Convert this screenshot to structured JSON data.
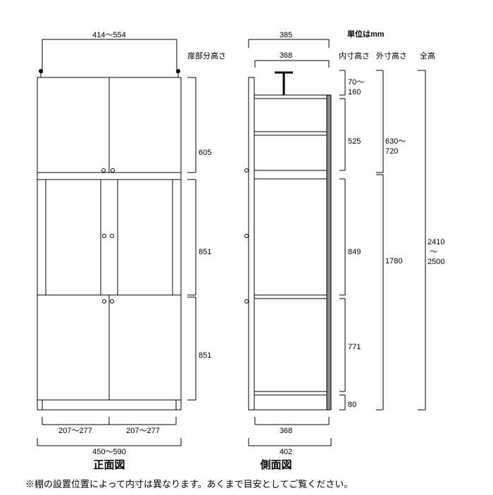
{
  "unit_label": "単位はmm",
  "headers": {
    "door_height": "扉部分高さ",
    "inner_height": "内寸高さ",
    "outer_height": "外寸高さ",
    "total_height": "全高"
  },
  "front": {
    "title": "正面図",
    "inner_width_top": "414〜554",
    "door_half_left": "207〜277",
    "door_half_right": "207〜277",
    "outer_width": "450〜590",
    "door_heights": [
      "605",
      "851",
      "851"
    ]
  },
  "side": {
    "title": "側面図",
    "depth_top": "385",
    "inner_depth_top": "368",
    "inner_depth_bottom": "368",
    "outer_depth": "402",
    "inner_heights": {
      "top_gap": "70〜\n160",
      "upper": "525",
      "middle": "849",
      "lower": "771",
      "base": "80"
    },
    "outer_heights": {
      "upper": "630〜\n720",
      "lower": "1780"
    },
    "total": "2410\n〜\n2500"
  },
  "footnote": "※棚の設置位置によって内寸は異なります。あくまで目安としてご覧ください。"
}
